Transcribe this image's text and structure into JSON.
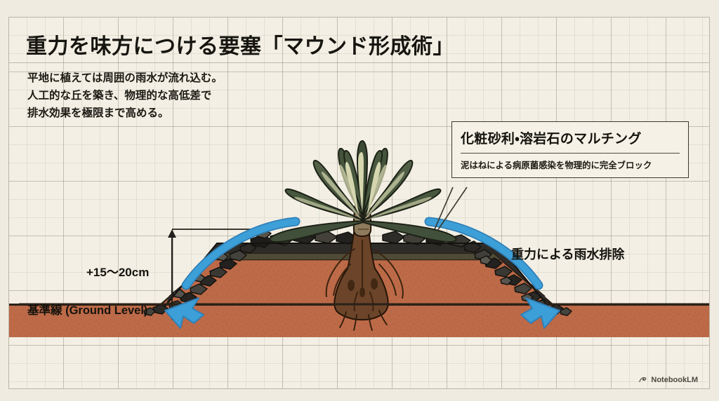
{
  "header": {
    "title": "重力を味方につける要塞「マウンド形成術」",
    "lede": "平地に植えては周囲の雨水が流れ込む。\n人工的な丘を築き、物理的な高低差で\n排水効果を極限まで高める。"
  },
  "callout": {
    "title": "化粧砂利・溶岩石のマルチング",
    "subtitle": "泥はねによる病原菌感染を物理的に完全ブロック"
  },
  "labels": {
    "dimension": "+15〜20cm",
    "ground_level": "基準線 (Ground Level)",
    "gravity_drainage": "重力による雨水排除"
  },
  "diagram": {
    "layers": [
      {
        "name": "mulch-gravel-lava",
        "color": "#2e2c29"
      },
      {
        "name": "sand-layer",
        "color": "#ecdfae"
      },
      {
        "name": "soil-layer",
        "color": "#4e4a36"
      },
      {
        "name": "clay-base",
        "color": "#bd6a48"
      }
    ],
    "plant": {
      "name": "agave",
      "leaf_color": "#4a5a3e",
      "stripe_color": "#e5e4bc"
    },
    "arrow_color": "#3d9fd8",
    "ground_line_color": "#2b2118"
  },
  "watermark": {
    "label": "NotebookLM"
  }
}
